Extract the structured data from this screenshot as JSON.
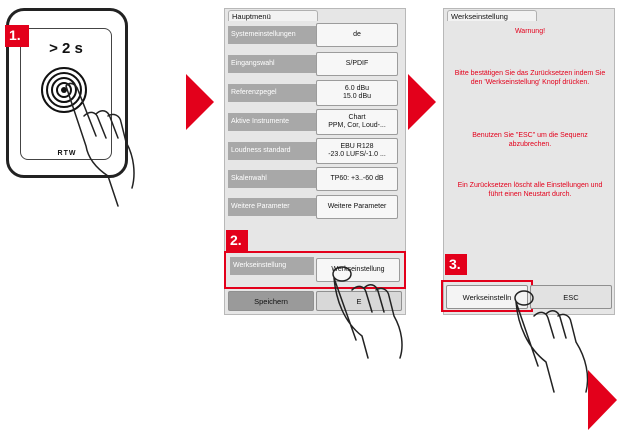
{
  "colors": {
    "accent": "#e3001b"
  },
  "steps": {
    "s1": "1.",
    "s2": "2.",
    "s3": "3."
  },
  "device": {
    "hold_text": "> 2 s",
    "logo": "RTW"
  },
  "menu": {
    "title": "Hauptmenü",
    "rows": [
      {
        "label": "Systemeinstellungen",
        "value": "de"
      },
      {
        "label": "Eingangswahl",
        "value": "S/PDIF"
      },
      {
        "label": "Referenzpegel",
        "value": "6.0 dBu",
        "value2": "15.0 dBu"
      },
      {
        "label": "Aktive Instrumente",
        "value": "Chart",
        "value2": "PPM, Cor, Loud-..."
      },
      {
        "label": "Loudness standard",
        "value": "EBU R128",
        "value2": "-23.0 LUFS/-1.0 ..."
      },
      {
        "label": "Skalenwahl",
        "value": "TP60: +3..-60 dB"
      },
      {
        "label": "Weitere Parameter",
        "value": "Weitere Parameter"
      },
      {
        "label": "Werkseinstellung",
        "value": "Werkseinstellung"
      }
    ],
    "save_label": "Speichern",
    "esc_label": "E"
  },
  "reset": {
    "title": "Werkseinstellung",
    "warning": "Warnung!",
    "msg1": "Bitte bestätigen Sie das Zurücksetzen indem Sie den 'Werkseinstellung' Knopf drücken.",
    "msg2": "Benutzen Sie \"ESC\" um die Sequenz abzubrechen.",
    "msg3": "Ein Zurücksetzen löscht alle Einstellungen und führt einen Neustart durch.",
    "confirm_label": "Werkseinstell",
    "confirm_label_tail": "n",
    "esc_label": "ESC"
  }
}
